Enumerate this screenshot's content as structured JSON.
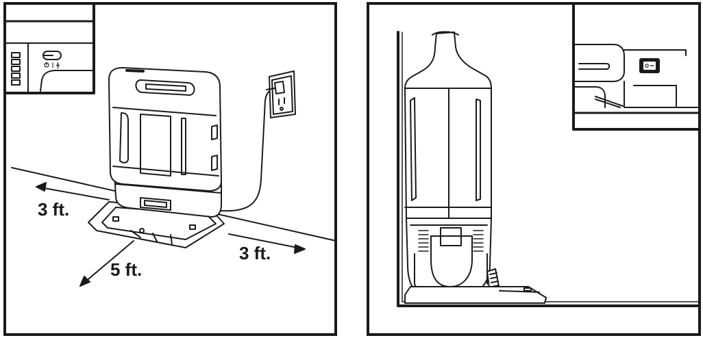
{
  "figure": {
    "left_panel": {
      "dimensions": {
        "left_clearance": "3 ft.",
        "right_clearance": "3 ft.",
        "front_clearance": "5 ft."
      },
      "inset_icons": [
        "power-icon",
        "lightning-icon"
      ]
    },
    "right_panel": {
      "inset_icons": [
        "power-switch-icon"
      ]
    },
    "colors": {
      "line": "#1a1a1a",
      "fill": "#ffffff",
      "shade": "#e6e6e6"
    }
  }
}
